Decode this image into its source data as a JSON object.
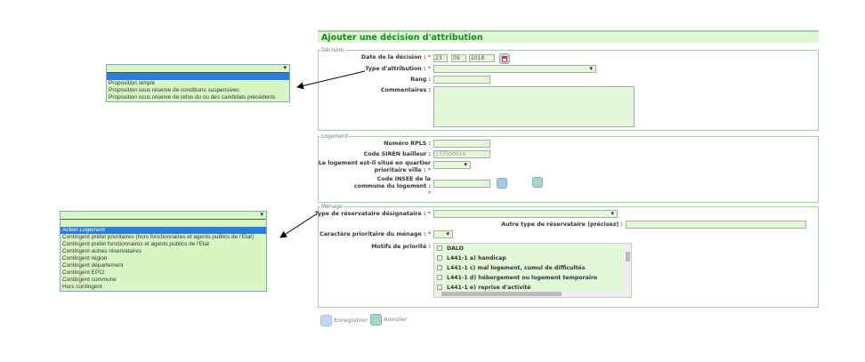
{
  "title": "Ajouter une décision d'attribution",
  "decision": {
    "legend": "Décision",
    "date_label": "Date de la décision :",
    "day": "23",
    "month": "09",
    "year": "2018",
    "type_label": "Type d'attribution :",
    "rang_label": "Rang :",
    "commentaires_label": "Commentaires :"
  },
  "logement": {
    "legend": "Logement",
    "rpls_label": "Numéro RPLS :",
    "siren_label": "Code SIREN bailleur :",
    "siren_value": "177500014",
    "qpv_label1": "Le logement est-il situé en quartier",
    "qpv_label2": "prioritaire ville :",
    "insee_label1": "Code INSEE de la",
    "insee_label2": "commune du logement :"
  },
  "menage": {
    "legend": "Ménage",
    "type_res_label": "Type de réservataire désignataire :",
    "autre_label": "Autre type de réservataire (précisez) :",
    "caractere_label": "Caractère prioritaire du ménage :",
    "motifs_label": "Motifs de priorité :",
    "motifs": [
      "DALO",
      "L441-1 a) handicap",
      "L441-1 c) mal logement, cumul de difficultés",
      "L441-1 d) hébergement ou logement temporaire",
      "L441-1 e) reprise d'activité"
    ]
  },
  "required_mark": "*",
  "buttons": {
    "save": "Enregistrer",
    "cancel": "Annuler"
  },
  "dropdown_type_attribution": {
    "options": [
      "",
      "Proposition simple",
      "Proposition sous réserve de conditions suspensives",
      "Proposition sous réserve de refus du ou des candidats précédents"
    ],
    "selected_index": 0
  },
  "dropdown_reservataire": {
    "options": [
      "",
      "Action Logement",
      "Contingent préfet prioritaires (hors fonctionnaires et agents publics de l'Etat)",
      "Contingent préfet fonctionnaires et agents publics de l'Etat",
      "Contingent autres réservataires",
      "Contingent région",
      "Contingent département",
      "Contingent EPCI",
      "Contingent commune",
      "Hors contingent"
    ],
    "selected_index": 1
  },
  "colors": {
    "accent": "#1a8a1a",
    "field_bg": "#e2f8d8",
    "highlight": "#2a7ee0"
  }
}
